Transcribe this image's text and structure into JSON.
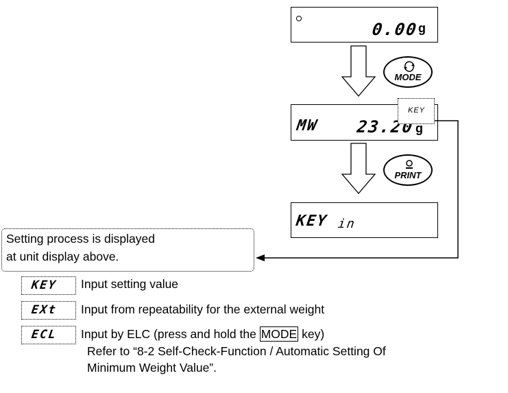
{
  "display1": {
    "value": "0.00",
    "unit": "g"
  },
  "mode_button": {
    "label": "MODE"
  },
  "display2": {
    "mode": "MW",
    "value": "23.20",
    "unit_indicator": "KEY",
    "unit": "g"
  },
  "print_button": {
    "label": "PRINT"
  },
  "display3": {
    "text": "KEY",
    "suffix": "in"
  },
  "callout": {
    "line1": "Setting process is displayed",
    "line2": "at unit display above."
  },
  "options": [
    {
      "code": "KEY",
      "description": "Input setting value"
    },
    {
      "code": "EXt",
      "description": "Input from repeatability for the external weight"
    },
    {
      "code": "ECL",
      "description_before": "Input by ELC (press and hold the ",
      "key": "MODE",
      "description_after": " key)"
    }
  ],
  "reference": {
    "line1": "Refer to “8-2 Self-Check-Function / Automatic Setting Of",
    "line2": "Minimum Weight Value”."
  }
}
